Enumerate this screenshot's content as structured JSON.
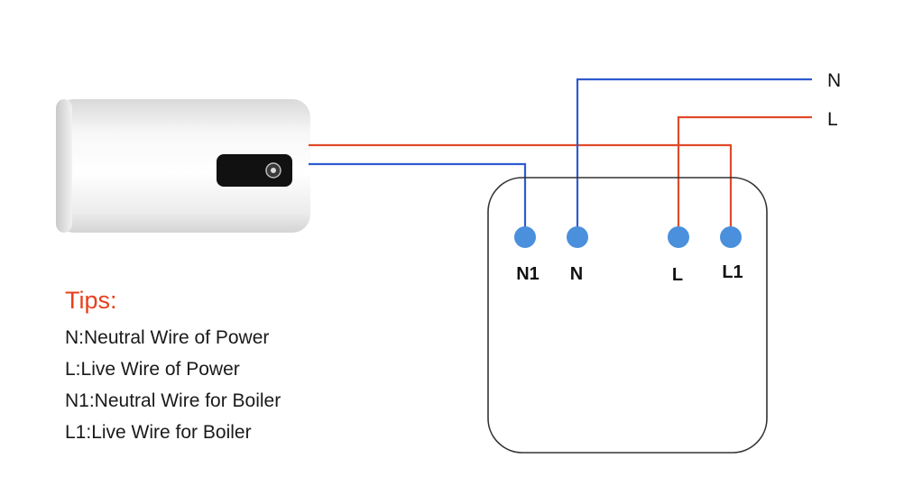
{
  "supply_labels": {
    "neutral": "N",
    "live": "L"
  },
  "switch_box": {
    "terminals": [
      {
        "id": "n1",
        "label": "N1"
      },
      {
        "id": "n",
        "label": "N"
      },
      {
        "id": "l",
        "label": "L"
      },
      {
        "id": "l1",
        "label": "L1"
      }
    ]
  },
  "tips": {
    "title": "Tips:",
    "items": [
      "N:Neutral Wire of Power",
      "L:Live Wire of Power",
      "N1:Neutral Wire for Boiler",
      "L1:Live Wire for Boiler"
    ]
  },
  "colors": {
    "neutral_wire": "#2f5bd0",
    "live_wire": "#e04a2a",
    "terminal": "#4a90dc",
    "tips_title": "#e8401c"
  }
}
